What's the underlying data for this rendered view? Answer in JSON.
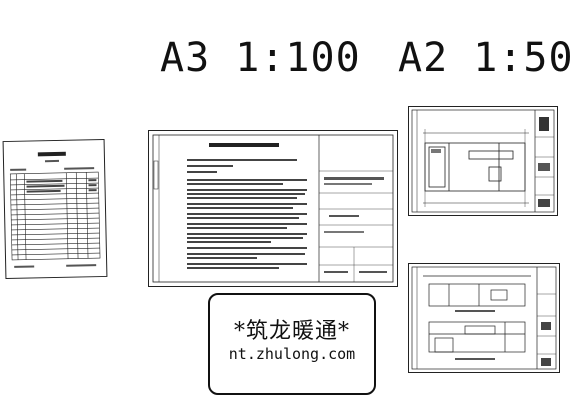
{
  "headings": {
    "a3_scale": "A3 1:100",
    "a2_scale": "A2 1:50"
  },
  "watermark": {
    "name": "*筑龙暖通*",
    "url": "nt.zhulong.com"
  },
  "colors": {
    "ink": "#111111",
    "paper": "#ffffff"
  }
}
